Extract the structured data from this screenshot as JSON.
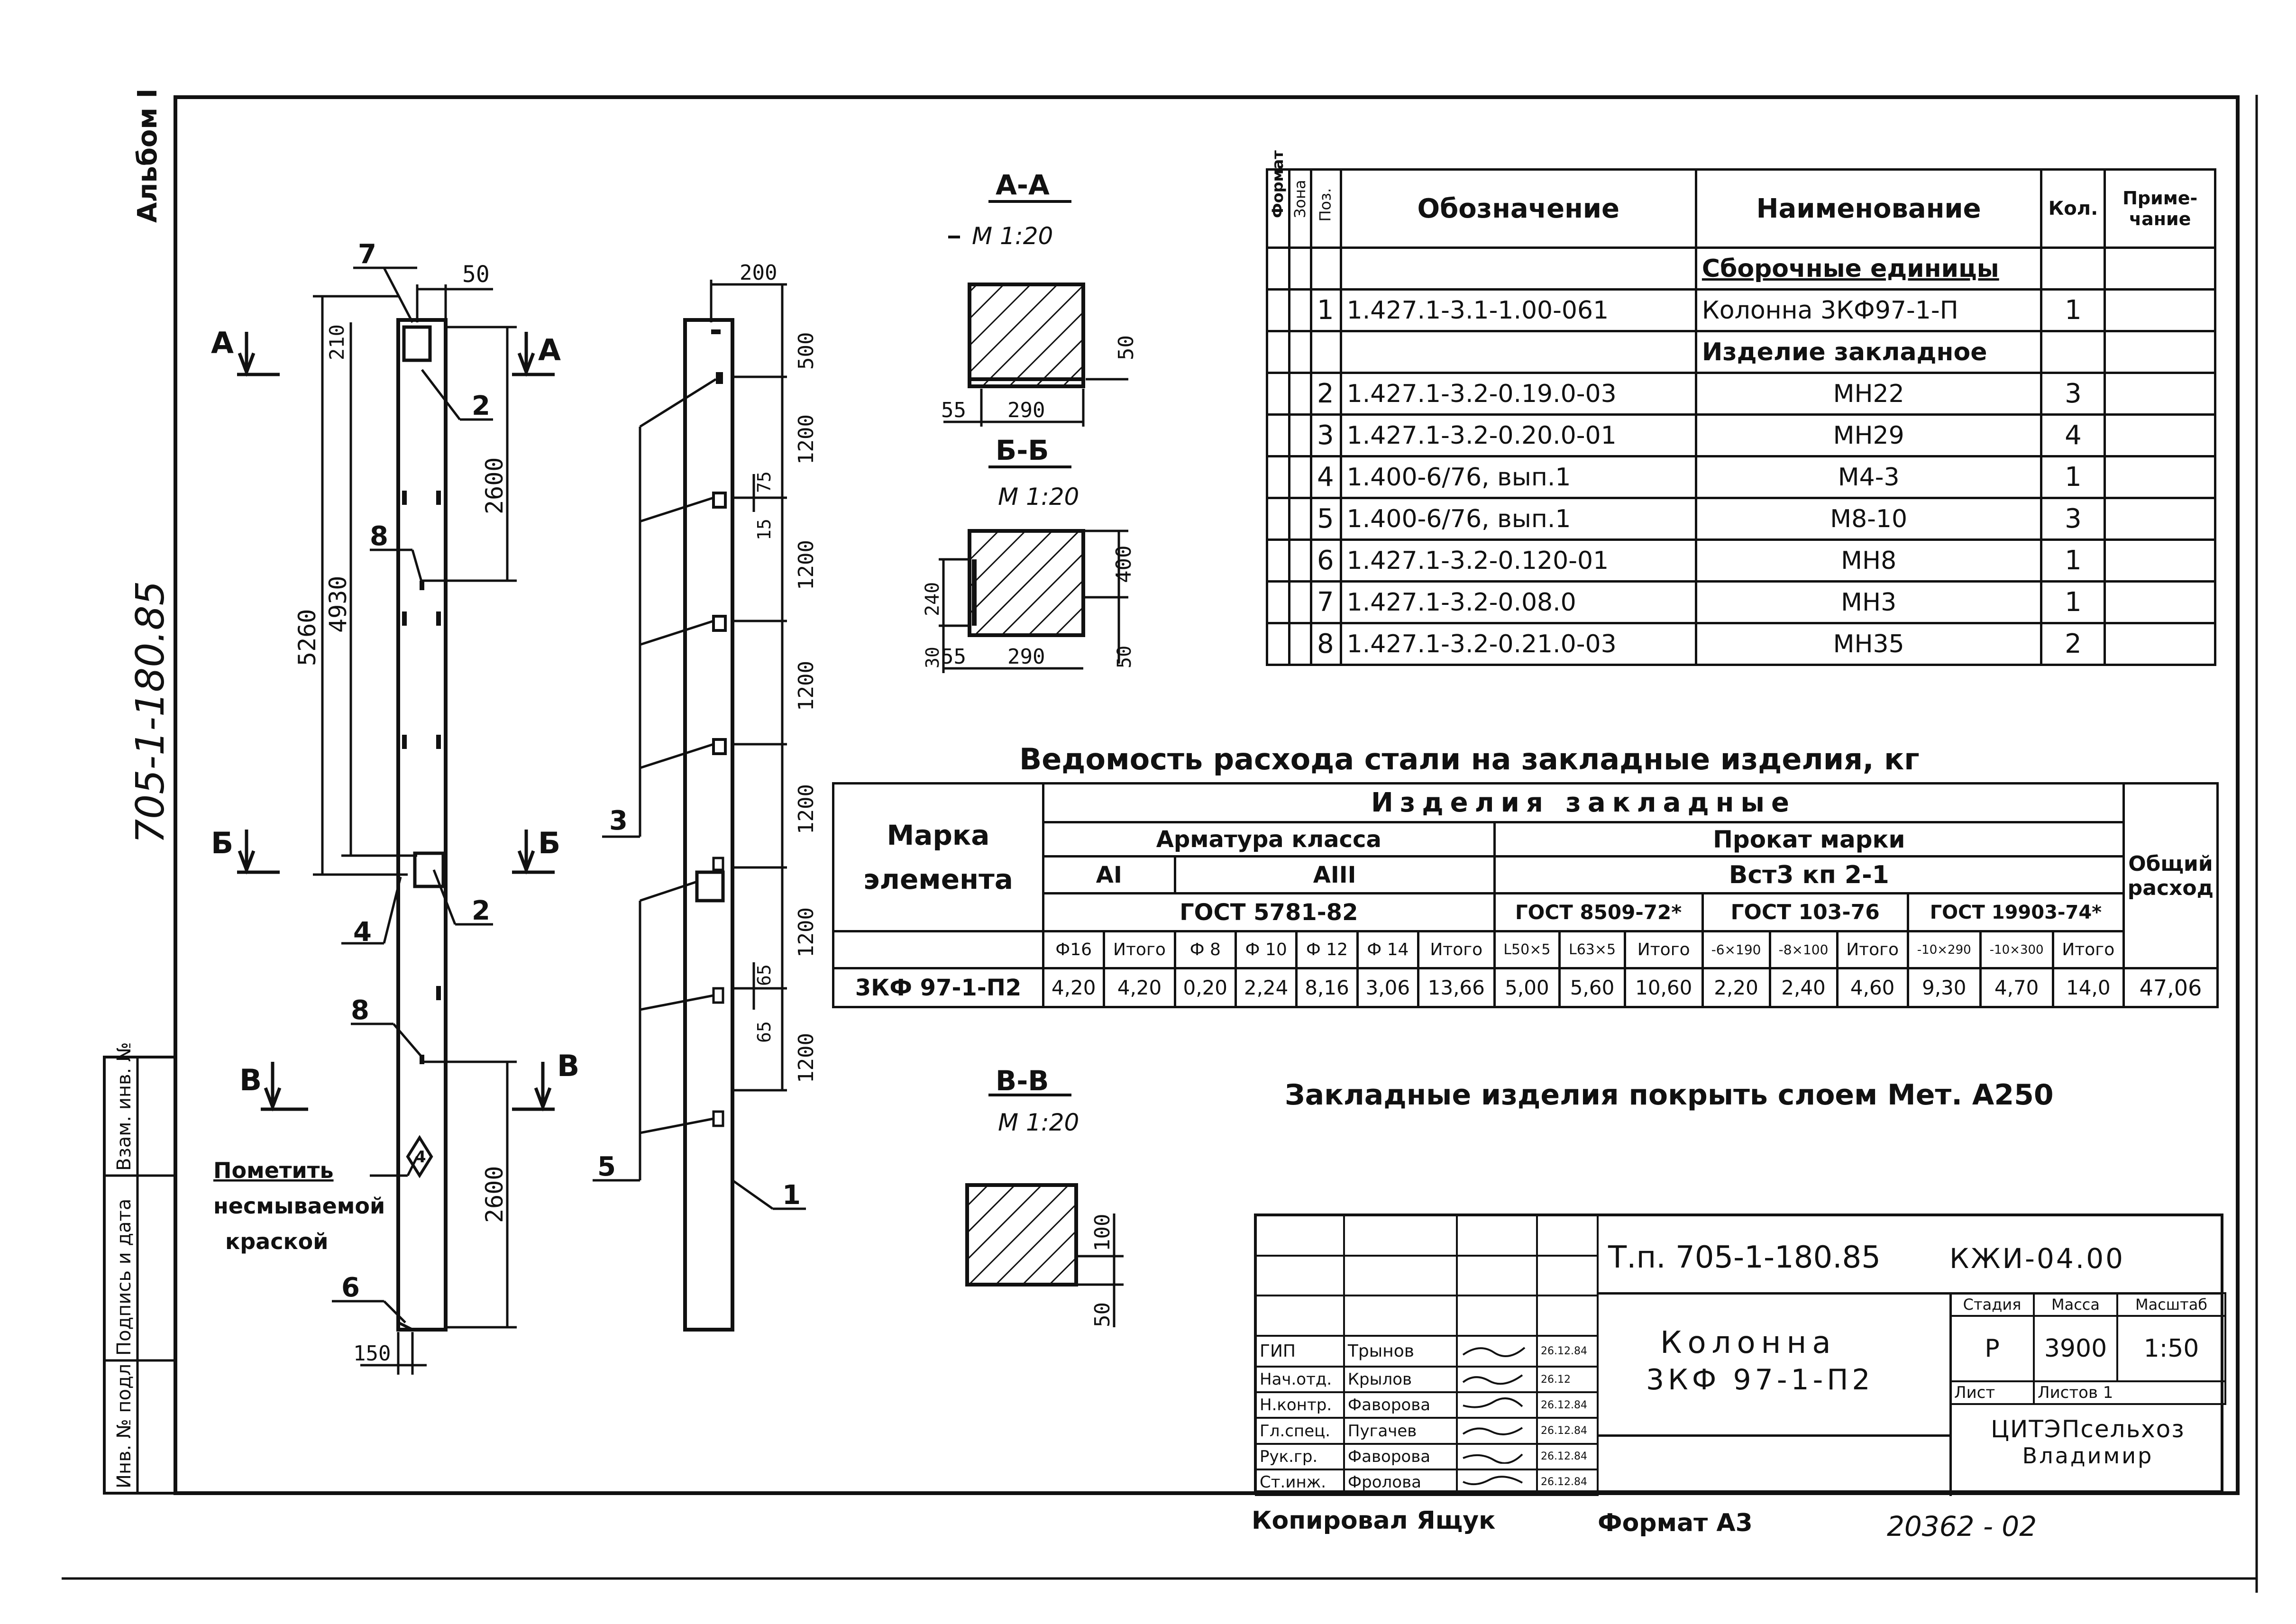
{
  "album": "Альбом I",
  "vertical_code": "705-1-180.85",
  "left_stamp": {
    "inv_podl": "Инв. № подл.",
    "podpis": "Подпись и дата",
    "vzam": "Взам. инв. №"
  },
  "section_labels": {
    "aa_title": "А-А",
    "aa_scale": "М 1:20",
    "bb_title": "Б-Б",
    "bb_scale": "М 1:20",
    "vv_title": "В-В",
    "vv_scale": "М 1:20",
    "cut_a": "А",
    "cut_b": "Б",
    "cut_v": "В"
  },
  "dimensions": {
    "d50_top": "50",
    "d210": "210",
    "d2600_a": "2600",
    "d4930": "4930",
    "d5260": "5260",
    "d2600_b": "2600",
    "d150": "150",
    "d200": "200",
    "d500": "500",
    "d1200_1": "1200",
    "d75": "75",
    "d15": "15",
    "d1200_2": "1200",
    "d1200_3": "1200",
    "d1200_4": "1200",
    "d1200_5": "1200",
    "d65_a": "65",
    "d65_b": "65",
    "d1200_6": "1200",
    "aa_50": "50",
    "aa_55": "55",
    "aa_290": "290",
    "bb_240": "240",
    "bb_400": "400",
    "bb_30": "30",
    "bb_50": "50",
    "bb_55": "55",
    "bb_290": "290",
    "vv_100": "100",
    "vv_50": "50"
  },
  "callouts": {
    "c1": "1",
    "c2a": "2",
    "c2b": "2",
    "c3": "3",
    "c4": "4",
    "c5": "5",
    "c6": "6",
    "c7": "7",
    "c8a": "8",
    "c8b": "8",
    "mark_symbol": "4"
  },
  "note_mark": {
    "line1": "Пометить",
    "line2": "несмываемой",
    "line3": "краской"
  },
  "spec_table": {
    "headers": {
      "format": "Формат",
      "zone": "Зона",
      "pos": "Поз.",
      "designation": "Обозначение",
      "name": "Наименование",
      "qty": "Кол.",
      "note": "Приме-\nчание"
    },
    "rows": [
      {
        "pos": "",
        "designation": "",
        "name": "Сборочные единицы",
        "qty": ""
      },
      {
        "pos": "1",
        "designation": "1.427.1-3.1-1.00-061",
        "name": "Колонна 3КФ97-1-П",
        "qty": "1"
      },
      {
        "pos": "",
        "designation": "",
        "name": "Изделие закладное",
        "qty": ""
      },
      {
        "pos": "2",
        "designation": "1.427.1-3.2-0.19.0-03",
        "name": "МН22",
        "qty": "3"
      },
      {
        "pos": "3",
        "designation": "1.427.1-3.2-0.20.0-01",
        "name": "МН29",
        "qty": "4"
      },
      {
        "pos": "4",
        "designation": "1.400-6/76, вып.1",
        "name": "М4-3",
        "qty": "1"
      },
      {
        "pos": "5",
        "designation": "1.400-6/76, вып.1",
        "name": "М8-10",
        "qty": "3"
      },
      {
        "pos": "6",
        "designation": "1.427.1-3.2-0.120-01",
        "name": "МН8",
        "qty": "1"
      },
      {
        "pos": "7",
        "designation": "1.427.1-3.2-0.08.0",
        "name": "МН3",
        "qty": "1"
      },
      {
        "pos": "8",
        "designation": "1.427.1-3.2-0.21.0-03",
        "name": "МН35",
        "qty": "2"
      }
    ]
  },
  "steel_table": {
    "title": "Ведомость расхода стали на закладные изделия, кг",
    "h_marka1": "Марка",
    "h_marka2": "элемента",
    "h_izdelia": "Изделия закладные",
    "h_armatura": "Арматура класса",
    "h_prokat": "Прокат марки",
    "h_total": "Общий расход",
    "h_a1": "АI",
    "h_a3": "АIII",
    "h_vst": "Вст3 кп 2-1",
    "h_gost5781": "ГОСТ 5781-82",
    "h_gost8509": "ГОСТ 8509-72*",
    "h_gost103": "ГОСТ 103-76",
    "h_gost19903": "ГОСТ 19903-74*",
    "cols": [
      "Ф16",
      "Итого",
      "Ф 8",
      "Ф 10",
      "Ф 12",
      "Ф 14",
      "Итого",
      "L50×5",
      "L63×5",
      "Итого",
      "-6×190",
      "-8×100",
      "Итого",
      "-10×290",
      "-10×300",
      "Итого"
    ],
    "row": {
      "mark": "3КФ 97-1-П2",
      "values": [
        "4,20",
        "4,20",
        "0,20",
        "2,24",
        "8,16",
        "3,06",
        "13,66",
        "5,00",
        "5,60",
        "10,60",
        "2,20",
        "2,40",
        "4,60",
        "9,30",
        "4,70",
        "14,0"
      ],
      "total": "47,06"
    }
  },
  "note_coating": "Закладные изделия покрыть слоем Мет. А250",
  "title_block": {
    "doc_code": "Т.п. 705-1-180.85",
    "sheet_code": "КЖИ-04.00",
    "object_line1": "Колонна",
    "object_line2": "3КФ 97-1-П2",
    "h_stage": "Стадия",
    "h_mass": "Масса",
    "h_scale": "Масштаб",
    "stage": "Р",
    "mass": "3900",
    "scale": "1:50",
    "sheet": "Лист",
    "sheets": "Листов 1",
    "org_line1": "ЦИТЭПсельхоз",
    "org_line2": "Владимир",
    "staff": [
      {
        "role": "ГИП",
        "name": "Трынов",
        "date": "26.12.84"
      },
      {
        "role": "Нач.отд.",
        "name": "Крылов",
        "date": "26.12"
      },
      {
        "role": "Н.контр.",
        "name": "Фаворова",
        "date": "26.12.84"
      },
      {
        "role": "Гл.спец.",
        "name": "Пугачев",
        "date": "26.12.84"
      },
      {
        "role": "Рук.гр.",
        "name": "Фаворова",
        "date": "26.12.84"
      },
      {
        "role": "Ст.инж.",
        "name": "Фролова",
        "date": "26.12.84"
      }
    ]
  },
  "copied_by": "Копировал Ящук",
  "format_label": "Формат А3",
  "archive_number": "20362 - 02"
}
